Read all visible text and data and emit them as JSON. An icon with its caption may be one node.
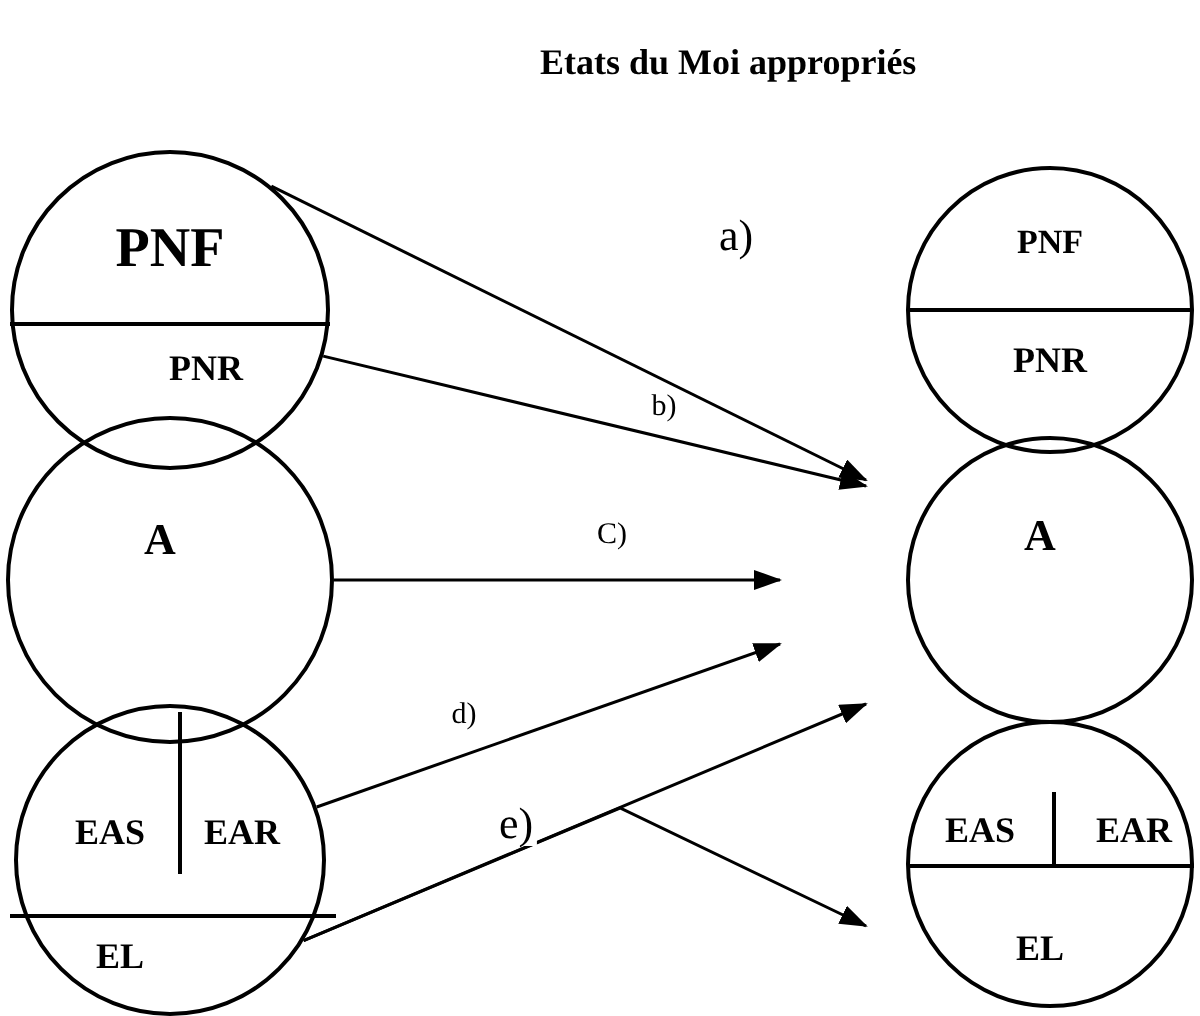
{
  "diagram": {
    "title": "Etats du Moi appropriés",
    "nodes": [
      {
        "text": [
          "PNF",
          "PNR"
        ]
      },
      {
        "text": [
          "A"
        ]
      },
      {
        "text": [
          "EAS",
          "EAR",
          "EL"
        ]
      },
      {
        "text": [
          "PNF",
          "PNR"
        ]
      },
      {
        "text": [
          "A"
        ]
      },
      {
        "text": [
          "EAS",
          "EAR",
          "EL"
        ]
      }
    ],
    "edges": [
      {
        "from": 0,
        "to": 4,
        "arrow": "to",
        "label": "a)"
      },
      {
        "from": 0,
        "to": 4,
        "arrow": "to",
        "label": "b)"
      },
      {
        "from": 1,
        "to": null,
        "arrow": "to",
        "label": "C)"
      },
      {
        "from": 2,
        "to": null,
        "arrow": "to",
        "label": "d)"
      },
      {
        "from": 2,
        "to": 4,
        "arrow": "to",
        "label": "e)"
      },
      {
        "from": 2,
        "to": 5,
        "arrow": "to"
      }
    ]
  }
}
